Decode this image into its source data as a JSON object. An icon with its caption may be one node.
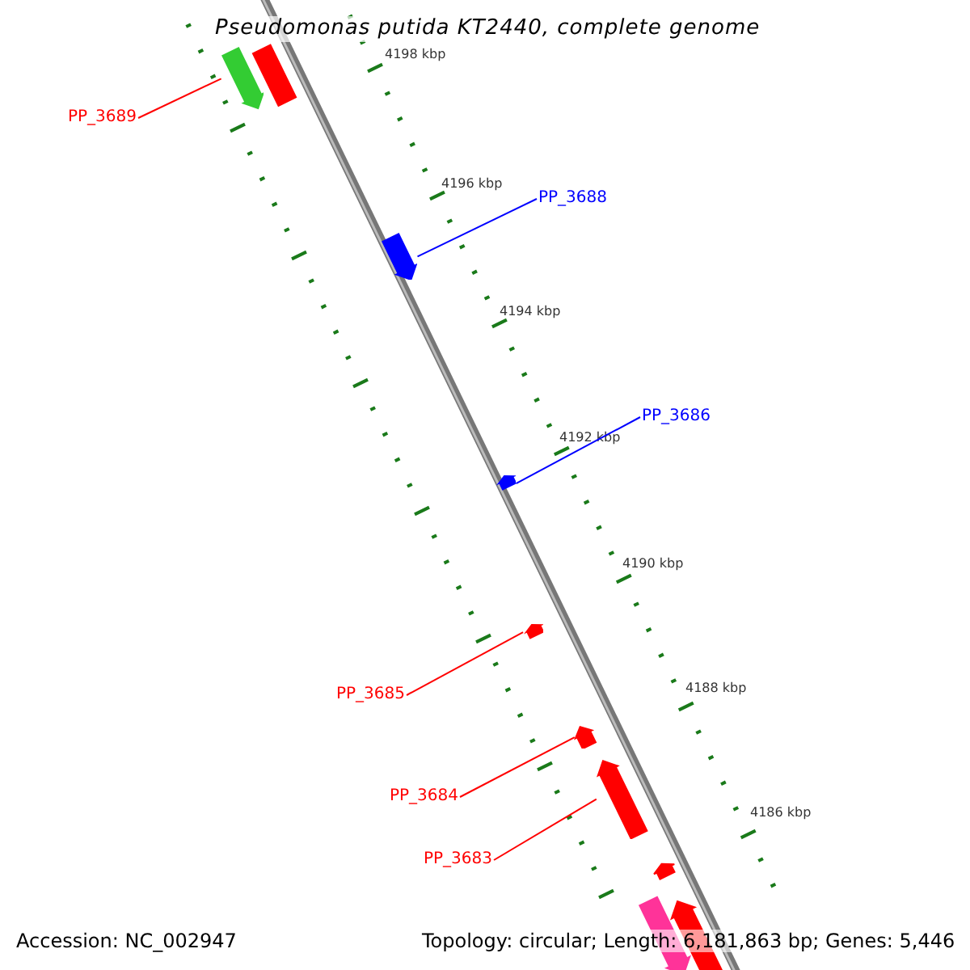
{
  "diagram": {
    "title": "Pseudomonas putida KT2440, complete genome",
    "nodes": [
      {
        "text": [
          "PP_3689"
        ]
      },
      {
        "text": [],
        "shape": "arrow"
      },
      {
        "text": [
          "PP_3688"
        ]
      },
      {
        "text": [],
        "shape": "arrow"
      },
      {
        "text": [
          "PP_3686"
        ]
      },
      {
        "text": [],
        "shape": "arrow"
      },
      {
        "text": [
          "PP_3685"
        ]
      },
      {
        "text": [],
        "shape": "arrow"
      },
      {
        "text": [
          "PP_3684"
        ]
      },
      {
        "text": [],
        "shape": "arrow"
      },
      {
        "text": [
          "PP_3683"
        ]
      },
      {
        "text": [],
        "shape": "arrow"
      }
    ],
    "edges": [
      {
        "from": 0,
        "to": 1,
        "arrow": "none"
      },
      {
        "from": 2,
        "to": 3,
        "arrow": "none",
        "color": "#0000ff"
      },
      {
        "from": 4,
        "to": 5,
        "arrow": "none",
        "color": "#0000ff"
      },
      {
        "from": 6,
        "to": 7,
        "arrow": "none"
      },
      {
        "from": 8,
        "to": 9,
        "arrow": "none"
      },
      {
        "from": 10,
        "to": 11,
        "arrow": "none"
      }
    ],
    "labels": [
      "4198 kbp",
      "4196 kbp",
      "4194 kbp",
      "4192 kbp",
      "4190 kbp",
      "4188 kbp",
      "4186 kbp",
      "Accession: NC_002947",
      "Topology: circular; Length: 6,181,863 bp; Genes: 5,446"
    ]
  }
}
